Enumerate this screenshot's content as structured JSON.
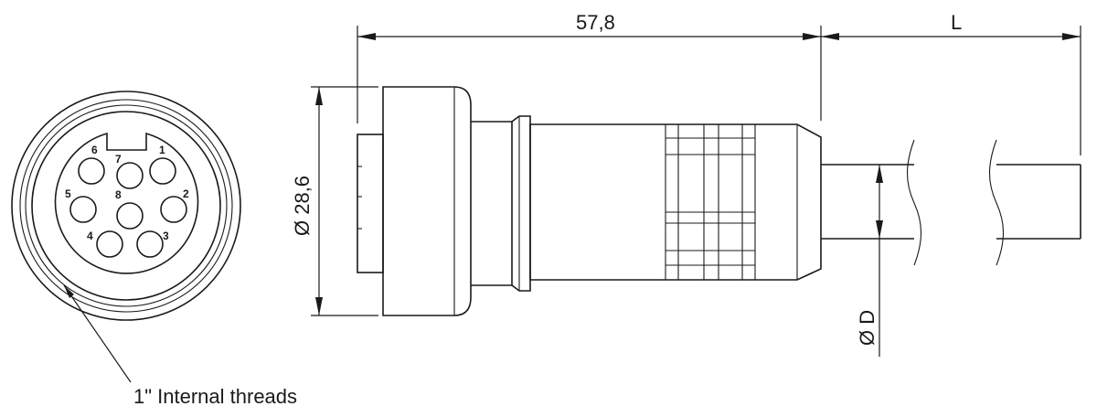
{
  "front_view": {
    "pins": [
      {
        "label": "1"
      },
      {
        "label": "2"
      },
      {
        "label": "3"
      },
      {
        "label": "4"
      },
      {
        "label": "5"
      },
      {
        "label": "6"
      },
      {
        "label": "7"
      },
      {
        "label": "8"
      }
    ],
    "thread_note": "1\" Internal threads"
  },
  "dimensions": {
    "length_head": "57,8",
    "cable_length": "L",
    "diameter_head": "Ø 28,6",
    "diameter_cable": "Ø D"
  }
}
